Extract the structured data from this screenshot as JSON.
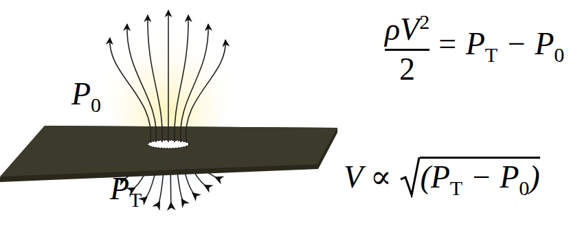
{
  "diagram": {
    "labels": [
      "P",
      "0",
      "P",
      "T",
      "ρV",
      "2",
      "2",
      "= P",
      "T",
      " − P",
      "0",
      "V ∝ ",
      "(P",
      "T",
      " − P",
      "0",
      ")"
    ]
  }
}
